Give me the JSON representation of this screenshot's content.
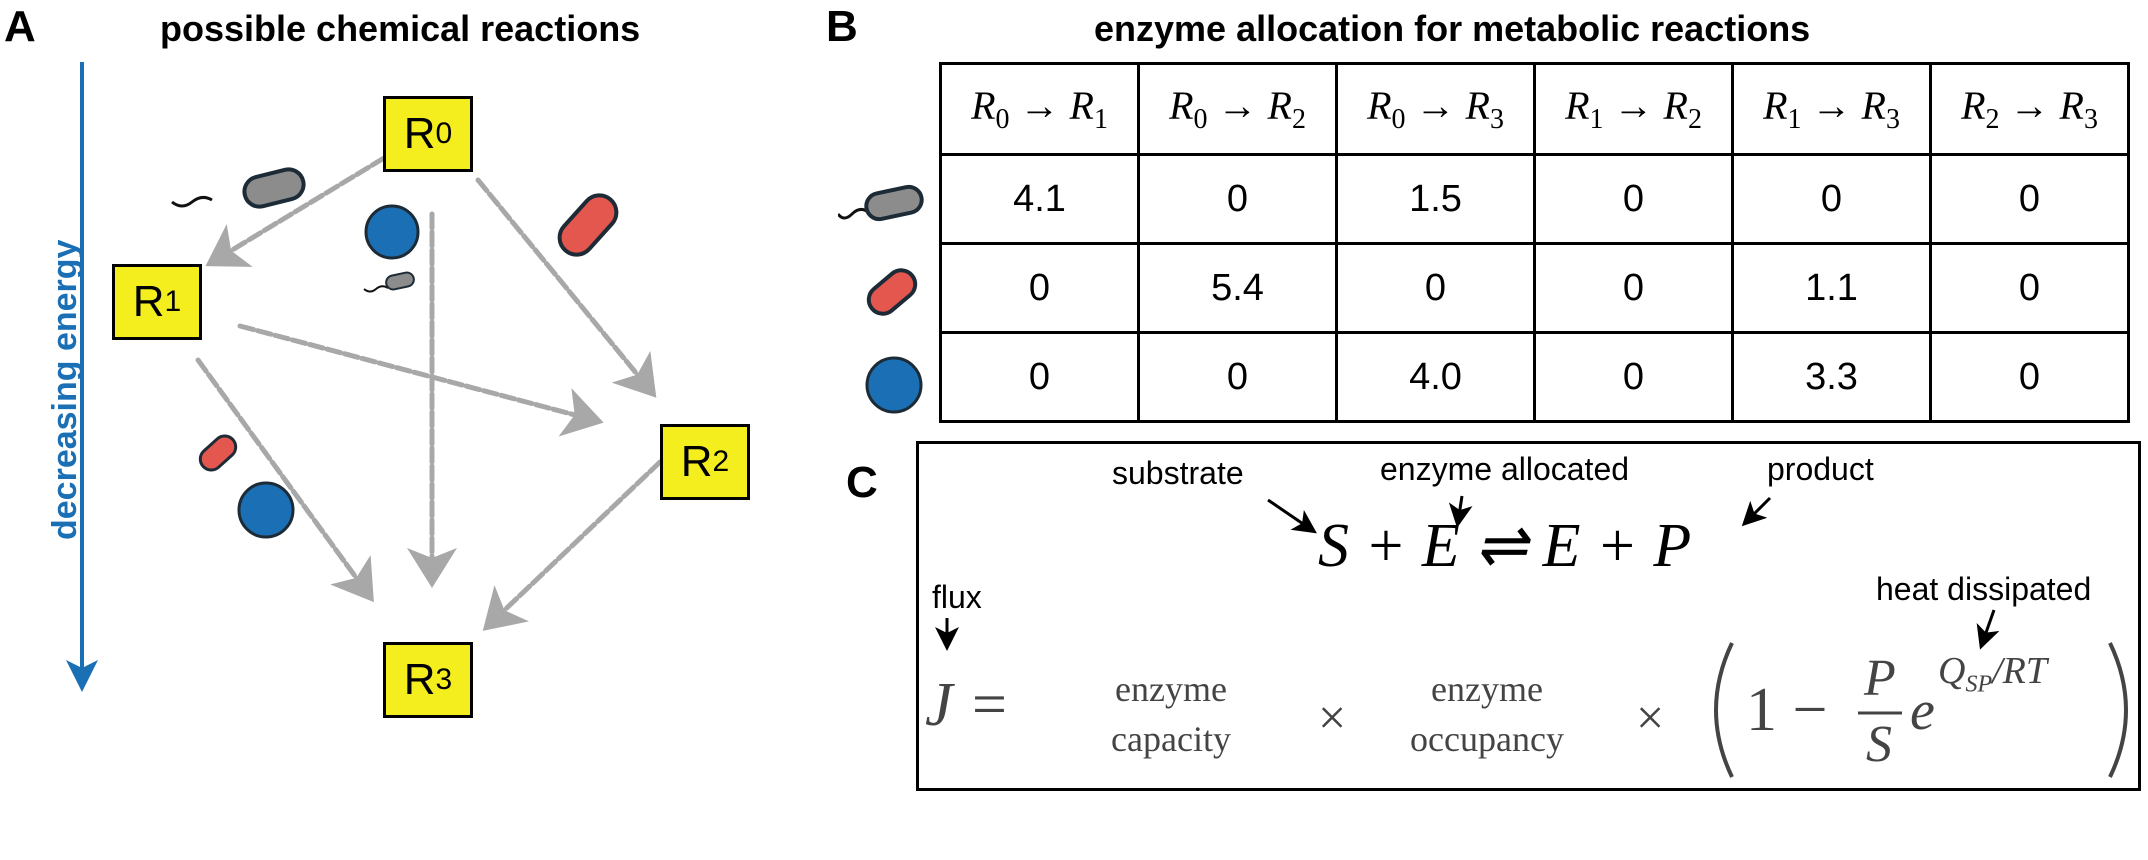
{
  "panel_a": {
    "letter": "A",
    "title": "possible chemical reactions",
    "axis_label": "decreasing energy",
    "nodes": [
      {
        "base": "R",
        "sub": "0"
      },
      {
        "base": "R",
        "sub": "1"
      },
      {
        "base": "R",
        "sub": "2"
      },
      {
        "base": "R",
        "sub": "3"
      }
    ]
  },
  "panel_b": {
    "letter": "B",
    "title": "enzyme allocation for metabolic reactions",
    "columns": [
      {
        "from": "0",
        "to": "1"
      },
      {
        "from": "0",
        "to": "2"
      },
      {
        "from": "0",
        "to": "3"
      },
      {
        "from": "1",
        "to": "2"
      },
      {
        "from": "1",
        "to": "3"
      },
      {
        "from": "2",
        "to": "3"
      }
    ],
    "rows": [
      {
        "organism_icon": "gray-flagellated-bacterium-icon",
        "values": [
          "4.1",
          "0",
          "1.5",
          "0",
          "0",
          "0"
        ]
      },
      {
        "organism_icon": "red-rod-bacterium-icon",
        "values": [
          "0",
          "5.4",
          "0",
          "0",
          "1.1",
          "0"
        ]
      },
      {
        "organism_icon": "blue-coccus-icon",
        "values": [
          "0",
          "0",
          "4.0",
          "0",
          "3.3",
          "0"
        ]
      }
    ]
  },
  "panel_c": {
    "letter": "C",
    "labels": {
      "substrate": "substrate",
      "enzyme_allocated": "enzyme allocated",
      "product": "product",
      "flux": "flux",
      "heat_dissipated": "heat dissipated"
    },
    "reaction": "S + E ⇌ E + P",
    "flux_symbol": "J =",
    "term1_line1": "enzyme",
    "term1_line2": "capacity",
    "term2_line1": "enzyme",
    "term2_line2": "occupancy",
    "times": "×",
    "bracket_one": "1 −",
    "frac_num": "P",
    "frac_den": "S",
    "exp_base": "e",
    "exponent": "Q",
    "exponent_sub": "SP",
    "exponent_tail": "/RT"
  },
  "colors": {
    "node_fill": "#f5ee1f",
    "arrow": "#a8a8a8",
    "energy_blue": "#1a6fb5",
    "bacterium_gray": "#8c8c8c",
    "bacterium_red": "#e3574f",
    "coccus_blue": "#1a6fb5"
  }
}
